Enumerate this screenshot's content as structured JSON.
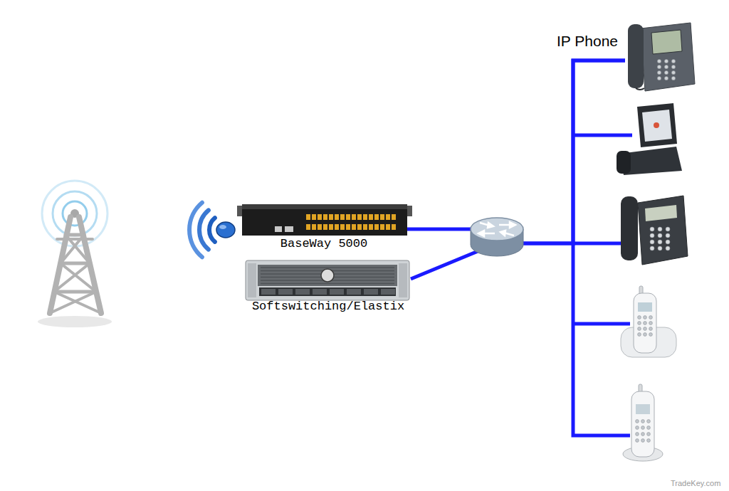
{
  "diagram": {
    "nodes": [
      {
        "text": [
          "BaseWay 5000"
        ]
      },
      {
        "text": [
          "Softswitching/Elastix"
        ]
      },
      {
        "text": [
          "IP Phone"
        ]
      }
    ],
    "edges": [
      {
        "from": 0,
        "to": 2,
        "arrow": "none"
      },
      {
        "from": 1,
        "to": 2,
        "arrow": "none"
      }
    ],
    "labels": [
      "TradeKey.com"
    ]
  }
}
